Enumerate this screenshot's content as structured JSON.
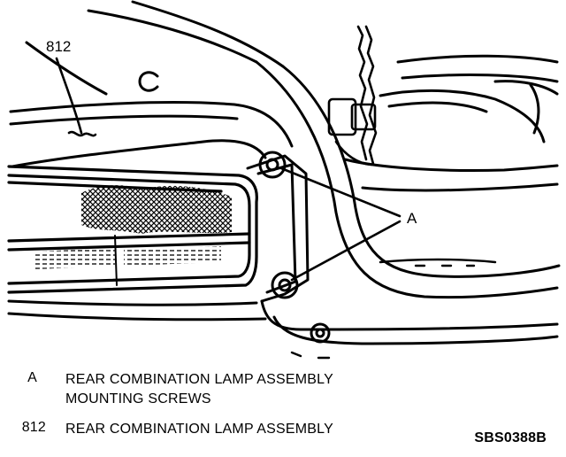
{
  "callouts": {
    "part_number": "812",
    "screws_letter": "A"
  },
  "legend": [
    {
      "key": "A",
      "lines": [
        "REAR COMBINATION LAMP ASSEMBLY",
        "MOUNTING SCREWS"
      ]
    },
    {
      "key": "812",
      "lines": [
        "REAR COMBINATION LAMP ASSEMBLY"
      ]
    }
  ],
  "figure_code": "SBS0388B"
}
